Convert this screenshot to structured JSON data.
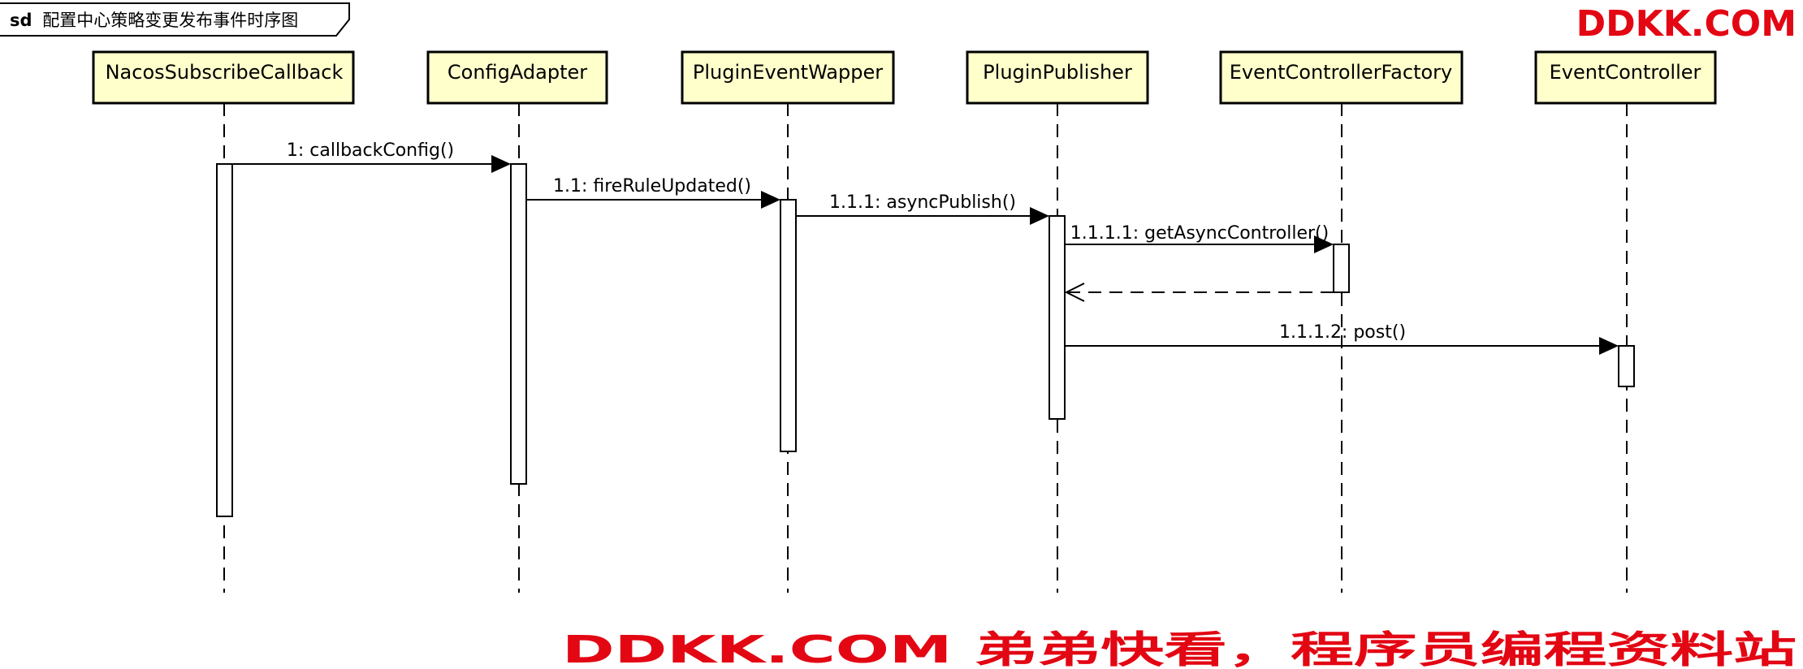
{
  "frame": {
    "keyword": "sd",
    "title": "配置中心策略变更发布事件时序图"
  },
  "colors": {
    "lifeline_fill": "#ffffcc",
    "stroke": "#000000",
    "activation_fill": "#ffffff",
    "watermark": "#e30613"
  },
  "lifelines": [
    {
      "id": "nacos",
      "name": "NacosSubscribeCallback"
    },
    {
      "id": "adapter",
      "name": "ConfigAdapter"
    },
    {
      "id": "wapper",
      "name": "PluginEventWapper"
    },
    {
      "id": "publisher",
      "name": "PluginPublisher"
    },
    {
      "id": "factory",
      "name": "EventControllerFactory"
    },
    {
      "id": "controller",
      "name": "EventController"
    }
  ],
  "messages": [
    {
      "from": "nacos",
      "to": "adapter",
      "label": "1: callbackConfig()",
      "kind": "sync"
    },
    {
      "from": "adapter",
      "to": "wapper",
      "label": "1.1: fireRuleUpdated()",
      "kind": "sync"
    },
    {
      "from": "wapper",
      "to": "publisher",
      "label": "1.1.1: asyncPublish()",
      "kind": "sync"
    },
    {
      "from": "publisher",
      "to": "factory",
      "label": "1.1.1.1: getAsyncController()",
      "kind": "sync"
    },
    {
      "from": "factory",
      "to": "publisher",
      "label": "",
      "kind": "return"
    },
    {
      "from": "publisher",
      "to": "controller",
      "label": "1.1.1.2: post()",
      "kind": "sync"
    }
  ],
  "watermarks": {
    "top": "DDKK.COM",
    "bottom": "DDKK.COM 弟弟快看，程序员编程资料站"
  }
}
